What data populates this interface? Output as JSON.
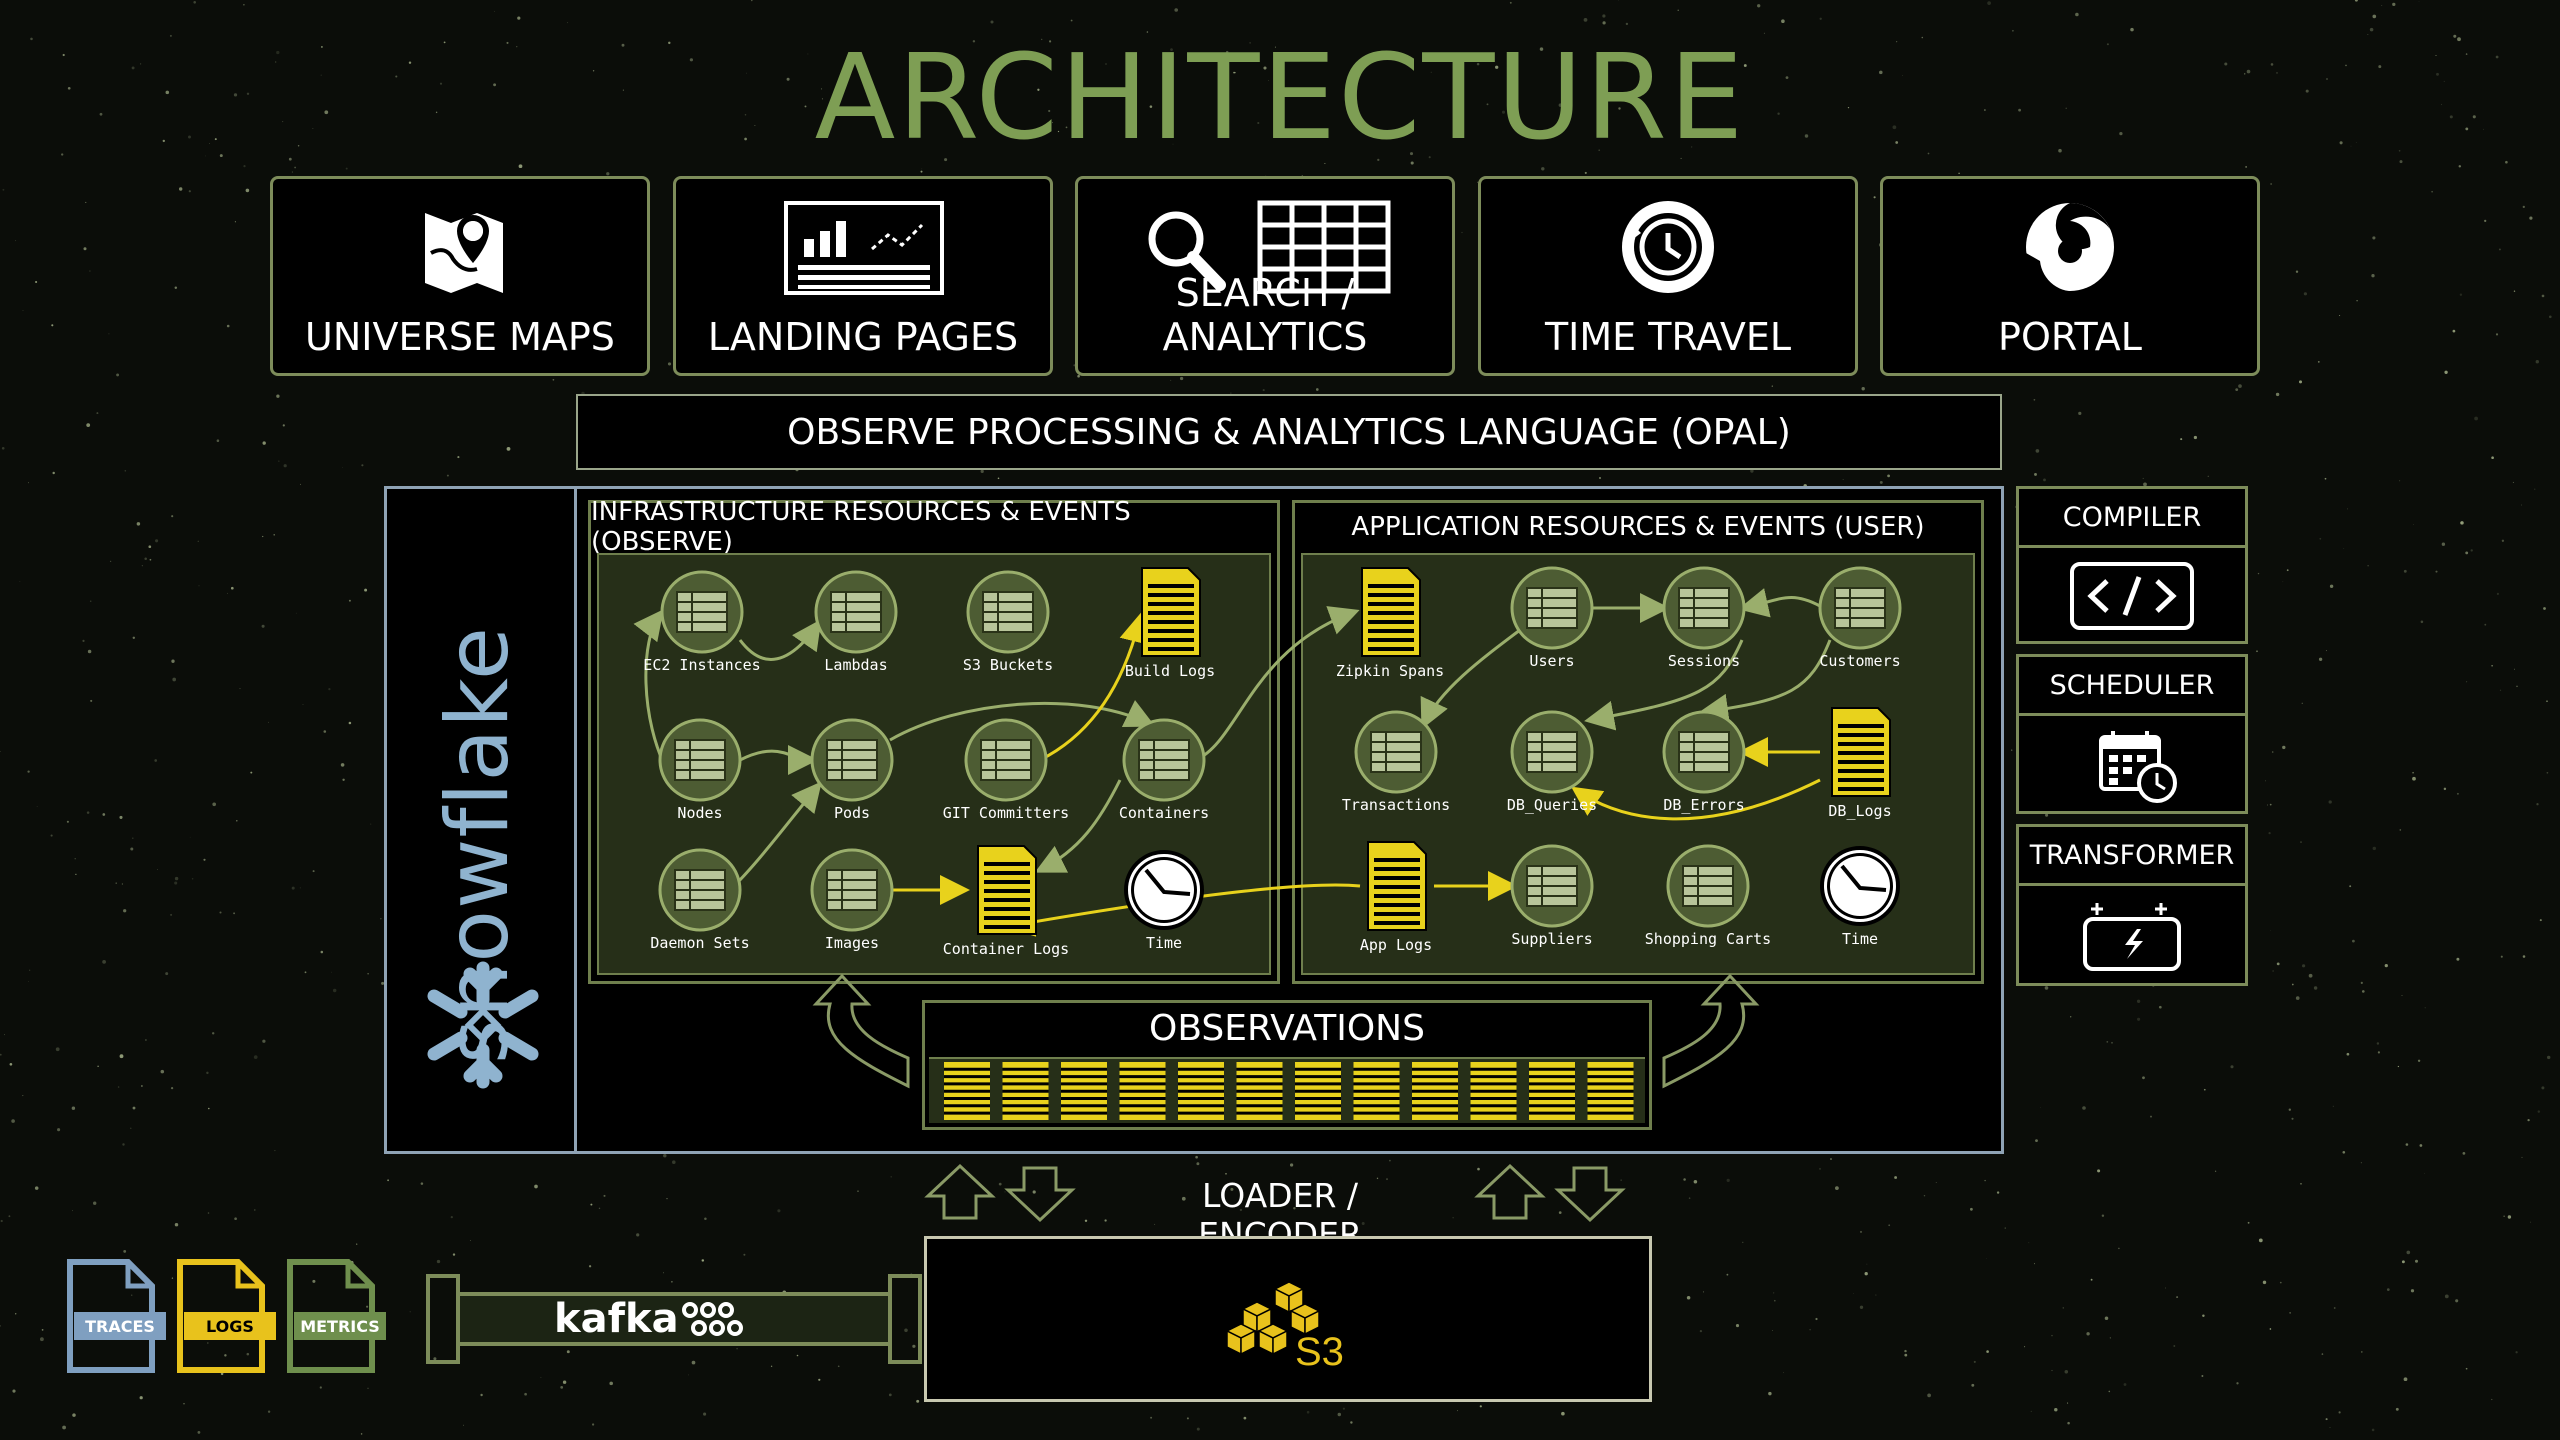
{
  "title": "ARCHITECTURE",
  "top_tiles": [
    {
      "label": "UNIVERSE MAPS",
      "icon": "map-pin-icon"
    },
    {
      "label": "LANDING PAGES",
      "icon": "dashboard-icon"
    },
    {
      "label": "SEARCH / ANALYTICS",
      "icon": "search-table-icon"
    },
    {
      "label": "TIME TRAVEL",
      "icon": "history-clock-icon"
    },
    {
      "label": "PORTAL",
      "icon": "portal-swirl-icon"
    }
  ],
  "opal_label": "OBSERVE PROCESSING & ANALYTICS LANGUAGE (OPAL)",
  "snowflake_label": "snowflake",
  "infra_panel": {
    "title": "INFRASTRUCTURE RESOURCES & EVENTS (OBSERVE)",
    "nodes": [
      "EC2 Instances",
      "Lambdas",
      "S3 Buckets",
      "Build Logs",
      "Nodes",
      "Pods",
      "GIT Committers",
      "Containers",
      "Daemon Sets",
      "Images",
      "Container Logs",
      "Time"
    ]
  },
  "app_panel": {
    "title": "APPLICATION RESOURCES & EVENTS (USER)",
    "nodes": [
      "Zipkin Spans",
      "Users",
      "Sessions",
      "Customers",
      "Transactions",
      "DB_Queries",
      "DB_Errors",
      "DB_Logs",
      "App Logs",
      "Suppliers",
      "Shopping Carts",
      "Time"
    ]
  },
  "observations_label": "OBSERVATIONS",
  "side_panels": [
    {
      "label": "COMPILER",
      "icon": "code-icon"
    },
    {
      "label": "SCHEDULER",
      "icon": "calendar-clock-icon"
    },
    {
      "label": "TRANSFORMER",
      "icon": "battery-icon"
    }
  ],
  "loader_label": "LOADER / ENCODER",
  "s3_label": "S3",
  "kafka_label": "kafka",
  "sources": [
    "TRACES",
    "LOGS",
    "METRICS"
  ],
  "colors": {
    "accent_green": "#7e9e54",
    "yellow": "#e8d21c",
    "panel_fill": "#262f18",
    "snowflake_blue": "#8fb3cf"
  }
}
